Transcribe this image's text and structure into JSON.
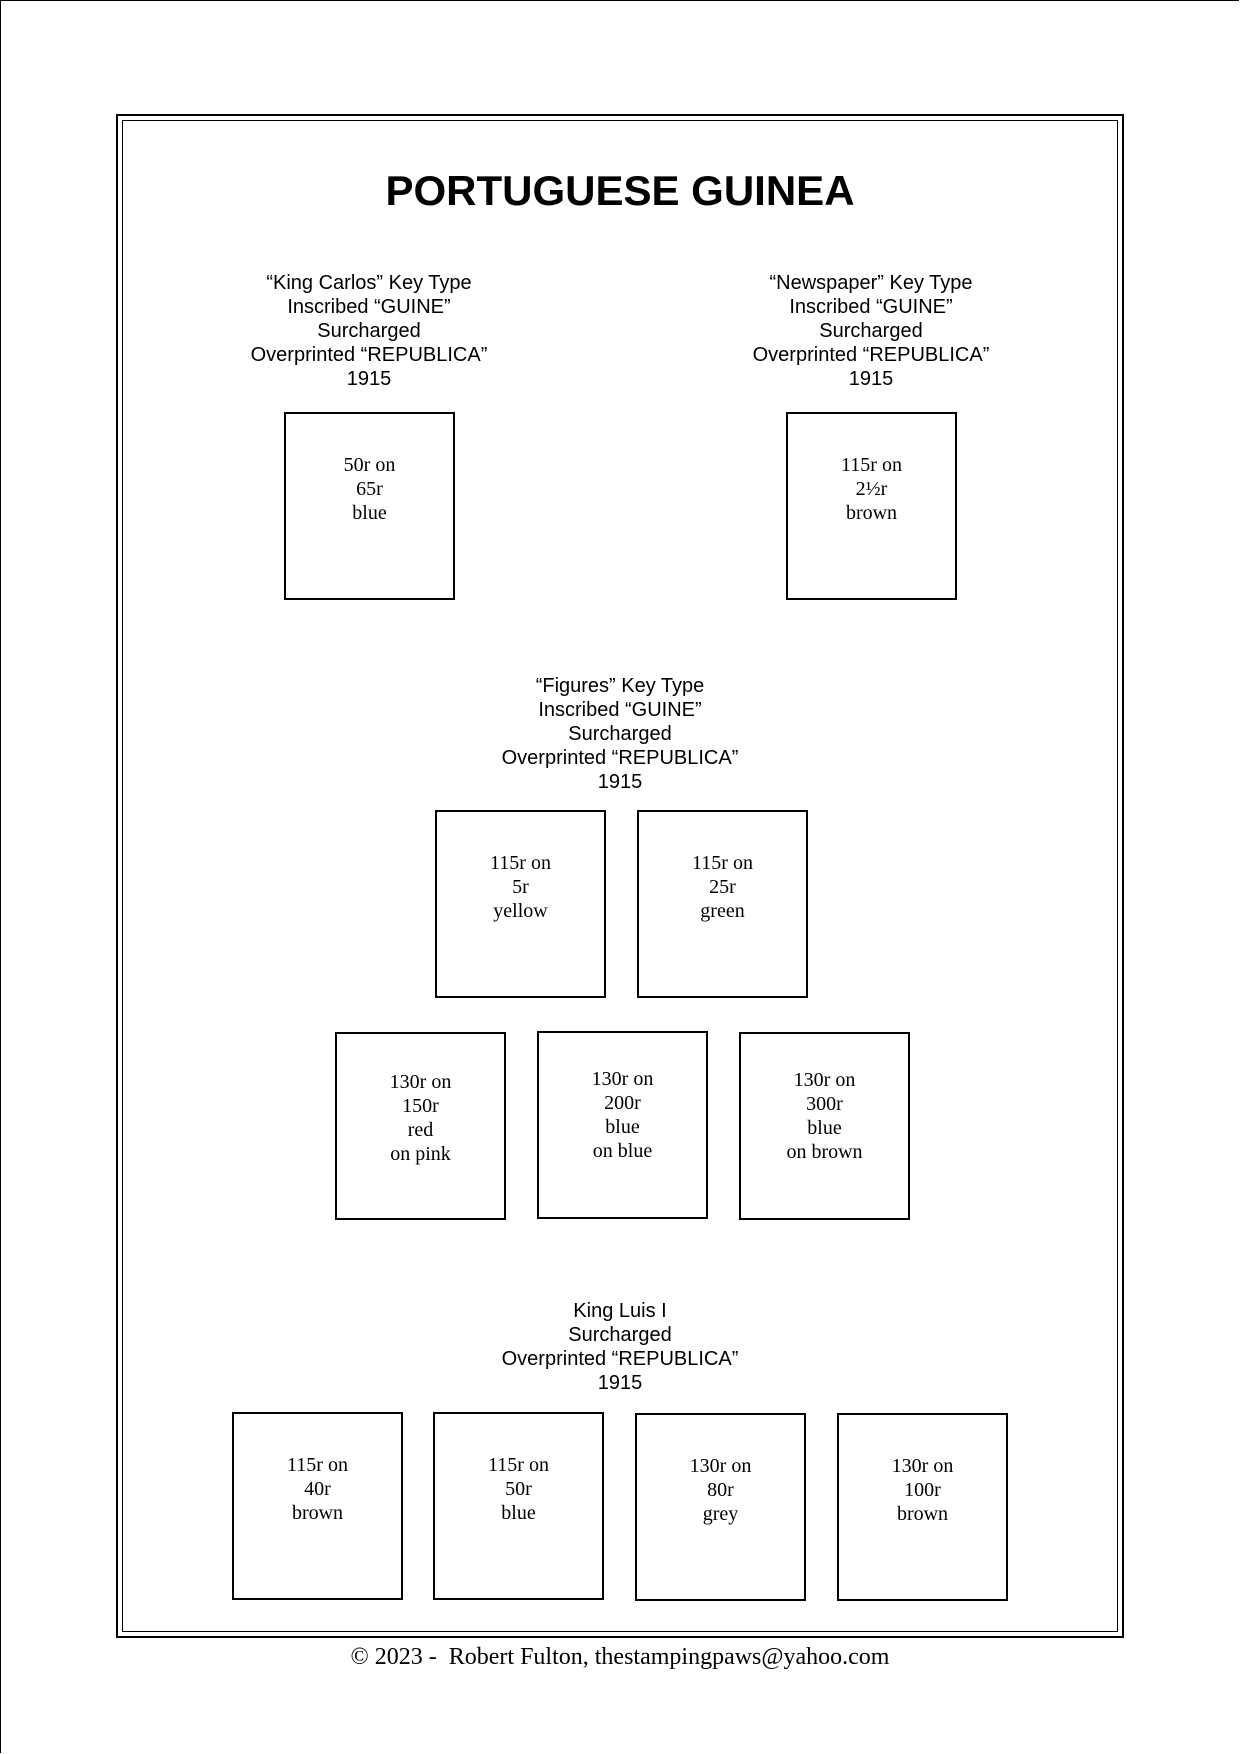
{
  "page": {
    "title": "PORTUGUESE GUINEA",
    "footer": "© 2023 -  Robert Fulton, thestampingpaws@yahoo.com"
  },
  "sections": [
    {
      "heading_lines": [
        "“King Carlos” Key Type",
        "Inscribed “GUINE”",
        "Surcharged",
        "Overprinted “REPUBLICA”",
        "1915"
      ],
      "stamps": [
        {
          "lines": [
            "50r on",
            "65r",
            "blue"
          ]
        }
      ]
    },
    {
      "heading_lines": [
        "“Newspaper” Key Type",
        "Inscribed “GUINE”",
        "Surcharged",
        "Overprinted “REPUBLICA”",
        "1915"
      ],
      "stamps": [
        {
          "lines": [
            "115r on",
            "2½r",
            "brown"
          ]
        }
      ]
    },
    {
      "heading_lines": [
        "“Figures” Key Type",
        "Inscribed “GUINE”",
        "Surcharged",
        "Overprinted “REPUBLICA”",
        "1915"
      ],
      "stamps": [
        {
          "lines": [
            "115r on",
            "5r",
            "yellow"
          ]
        },
        {
          "lines": [
            "115r on",
            "25r",
            "green"
          ]
        },
        {
          "lines": [
            "130r on",
            "150r",
            "red",
            "on pink"
          ]
        },
        {
          "lines": [
            "130r on",
            "200r",
            "blue",
            "on blue"
          ]
        },
        {
          "lines": [
            "130r on",
            "300r",
            "blue",
            "on brown"
          ]
        }
      ]
    },
    {
      "heading_lines": [
        "King Luis I",
        "Surcharged",
        "Overprinted “REPUBLICA”",
        "1915"
      ],
      "stamps": [
        {
          "lines": [
            "115r on",
            "40r",
            "brown"
          ]
        },
        {
          "lines": [
            "115r on",
            "50r",
            "blue"
          ]
        },
        {
          "lines": [
            "130r on",
            "80r",
            "grey"
          ]
        },
        {
          "lines": [
            "130r on",
            "100r",
            "brown"
          ]
        }
      ]
    }
  ]
}
